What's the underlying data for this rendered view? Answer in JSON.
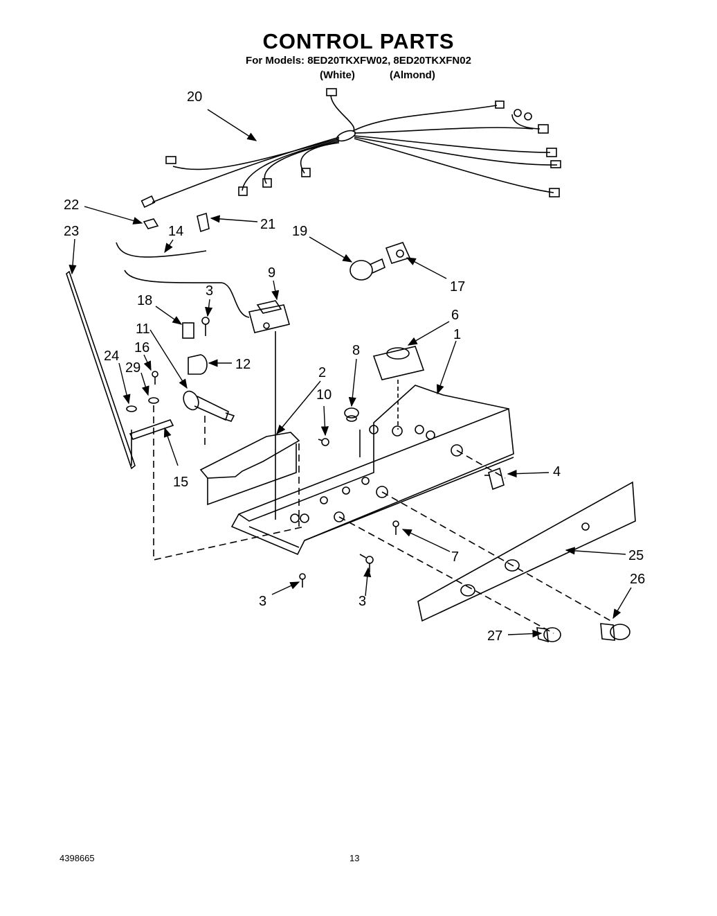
{
  "header": {
    "title": "CONTROL PARTS",
    "models_line": "For Models: 8ED20TKXFW02, 8ED20TKXFN02",
    "variant_white": "(White)",
    "variant_almond": "(Almond)"
  },
  "callouts": {
    "c1": "1",
    "c2": "2",
    "c3a": "3",
    "c3b": "3",
    "c3c": "3",
    "c4": "4",
    "c6": "6",
    "c7": "7",
    "c8": "8",
    "c9": "9",
    "c10": "10",
    "c11": "11",
    "c12": "12",
    "c14": "14",
    "c15": "15",
    "c16": "16",
    "c17": "17",
    "c18": "18",
    "c19": "19",
    "c20": "20",
    "c21": "21",
    "c22": "22",
    "c23": "23",
    "c24": "24",
    "c25": "25",
    "c26": "26",
    "c27": "27",
    "c29": "29"
  },
  "footer": {
    "doc_number": "4398665",
    "page_number": "13"
  }
}
